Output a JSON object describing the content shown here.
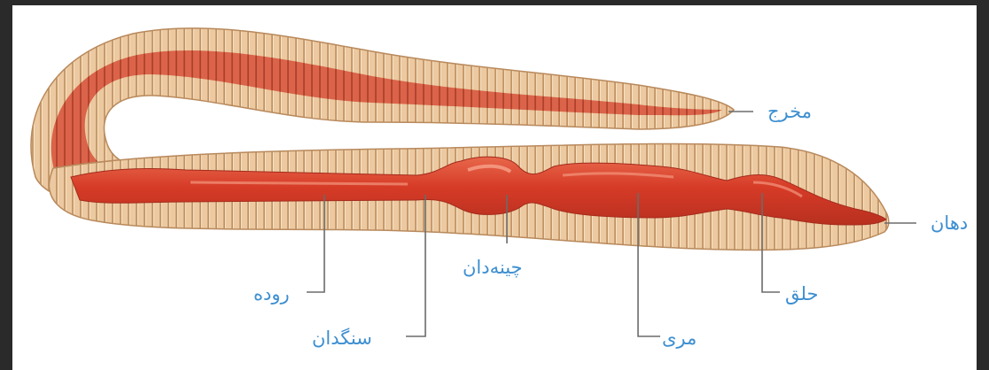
{
  "labels": {
    "anus": "مخرج",
    "mouth": "دهان",
    "pharynx": "حلق",
    "esophagus": "مری",
    "crop": "چینه‌دان",
    "gizzard": "سنگدان",
    "intestine": "روده"
  },
  "colors": {
    "label_text": "#3d8fd1",
    "leader_line": "#6b6b6b",
    "body_skin": "#e8c39a",
    "gut": "#d9452e"
  }
}
